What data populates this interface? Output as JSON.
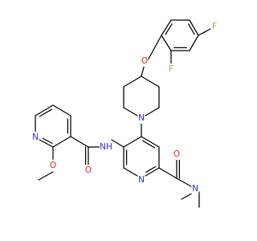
{
  "molecule": {
    "atom_labels": {
      "fluorine_top": "F",
      "fluorine_ortho": "F",
      "ether_oxygen": "O",
      "piperidine_nitrogen": "N",
      "amide_nh": "NH",
      "amide_oxygen_left": "O",
      "pyridine_nitrogen_left": "N",
      "methoxy_oxygen": "O",
      "pyridine_nitrogen_center": "N",
      "amide_oxygen_right": "O",
      "dimethylamide_nitrogen": "N"
    },
    "colors": {
      "bond": "#000000",
      "fluorine": "#8fb74e",
      "oxygen": "#e8281e",
      "nitrogen": "#2a2ee0"
    }
  }
}
